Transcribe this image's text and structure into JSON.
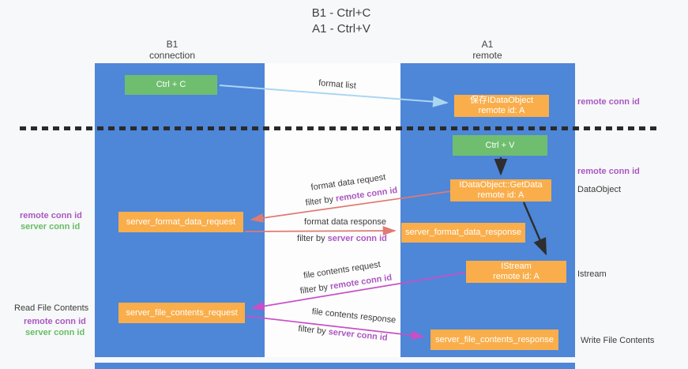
{
  "title": {
    "line1": "B1 - Ctrl+C",
    "line2": "A1 - Ctrl+V"
  },
  "columns": {
    "left": {
      "name": "B1",
      "role": "connection"
    },
    "right": {
      "name": "A1",
      "role": "remote"
    }
  },
  "nodes": {
    "ctrl_c": {
      "label": "Ctrl + C"
    },
    "ctrl_v": {
      "label": "Ctrl + V"
    },
    "save_idataobject": {
      "line1": "保存IDataObject",
      "line2": "remote id: A"
    },
    "idataobject_getdata": {
      "line1": "IDataObject::GetData",
      "line2": "remote id: A"
    },
    "istream": {
      "line1": "IStream",
      "line2": "remote id: A"
    },
    "server_format_data_request": {
      "label": "server_format_data_request"
    },
    "server_format_data_response": {
      "label": "server_format_data_response"
    },
    "server_file_contents_request": {
      "label": "server_file_contents_request"
    },
    "server_file_contents_response": {
      "label": "server_file_contents_response"
    }
  },
  "flow_labels": {
    "format_list": "format list",
    "format_data_request": "format data request",
    "format_data_response": "format data response",
    "file_contents_request": "file contents request",
    "file_contents_response": "file contents response",
    "filter_by": "filter by ",
    "remote_conn_id": "remote conn id",
    "server_conn_id": "server conn id"
  },
  "side_labels": {
    "left_remote_conn_id": "remote conn id",
    "left_server_conn_id": "server conn id",
    "read_file_contents": "Read File Contents",
    "left_remote_conn_id_2": "remote conn id",
    "left_server_conn_id_2": "server conn id",
    "right_remote_conn_id_top": "remote conn id",
    "right_remote_conn_id_mid": "remote conn id",
    "dataobject": "DataObject",
    "istream": "Istream",
    "write_file_contents": "Write File Contents"
  },
  "colors": {
    "column_blue": "#4e86d8",
    "node_green": "#6fbe70",
    "node_orange": "#f9ae4b",
    "arrow_light_blue": "#a9d7f2",
    "arrow_black": "#2e2e2e",
    "arrow_red": "#e07a72",
    "arrow_magenta": "#c750c7",
    "text_purple": "#ab57c2",
    "text_green": "#66bd66"
  }
}
